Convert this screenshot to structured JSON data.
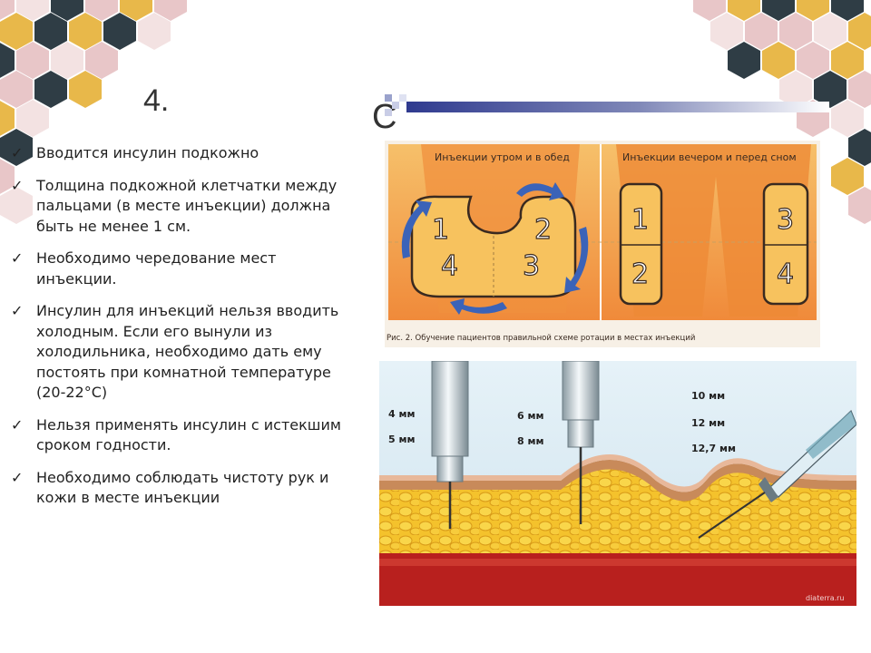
{
  "slide": {
    "number": "4.",
    "title_fragment": "С"
  },
  "bullets": [
    " Вводится инсулин подкожно",
    "Толщина подкожной клетчатки между пальцами (в месте инъекции) должна быть не менее 1 см.",
    "Необходимо чередование мест инъекции.",
    " Инсулин для инъекций нельзя вводить холодным. Если его вынули из холодильника, необходимо дать ему постоять при комнатной температуре (20-22°С)",
    "Нельзя применять инсулин с истекшим сроком годности.",
    "Необходимо соблюдать чистоту рук и кожи в месте инъекции"
  ],
  "rotation_figure": {
    "panel_left_label": "Инъекции утром и в обед",
    "panel_right_label": "Инъекции вечером и перед сном",
    "zones_left": [
      "1",
      "2",
      "4",
      "3"
    ],
    "zones_right": [
      "1",
      "2",
      "3",
      "4"
    ],
    "caption": "Рис. 2. Обучение пациентов правильной схеме ротации в местах инъекций"
  },
  "needle_figure": {
    "label_a": [
      "4 мм",
      "5 мм"
    ],
    "label_b": [
      "6 мм",
      "8 мм"
    ],
    "label_c": [
      "10 мм",
      "12 мм",
      "12,7 мм"
    ],
    "watermark": "diaterra.ru"
  },
  "colors": {
    "hex_gold": "#e8b84a",
    "hex_dark": "#2f3d45",
    "hex_pink": "#e8c6c8",
    "hex_lightpink": "#f3e2e2",
    "title_bar": "#2f3a8f"
  }
}
